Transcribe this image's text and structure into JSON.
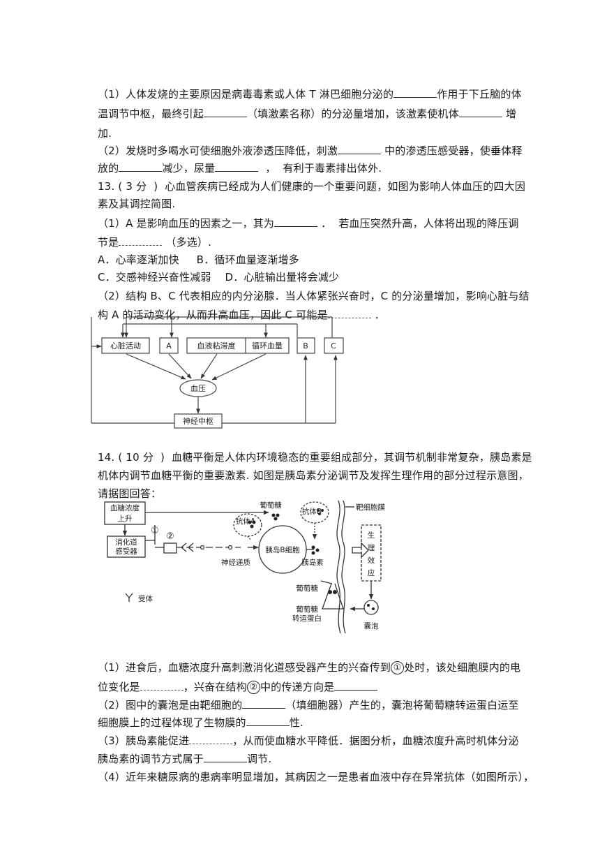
{
  "q12": {
    "p1_a": "（1）人体发烧的主要原因是病毒毒素或人体 T 淋巴细胞分泌的",
    "p1_b": "作用于下丘脑的体",
    "p1_c": "温调节中枢，最终引起",
    "p1_d": "（填激素名称）的分泌量增加，该激素使机体",
    "p1_e": "增",
    "p1_f": "加.",
    "p2_a": "（2）发烧时多喝水可使细胞外液渗透压降低，刺激",
    "p2_b": "中的渗透压感受器，使垂体释",
    "p2_c": "放的",
    "p2_d": "减少，尿量",
    "p2_e": "，  有利于毒素排出体外."
  },
  "q13": {
    "head_a": "13. ( 3 分  )  心血管疾病已经成为人们健康的一个重要问题，如图为影响人体血压的四大因",
    "head_b": "素及其调控简图.",
    "p1_a": "（1）A 是影响血压的因素之一，其为",
    "p1_b": "．  若血压突然升高，人体将出现的降压调",
    "p1_c": "节是",
    "p1_d": "（多选）.",
    "opt_ab": "A．心率逐渐加快     B．循环血量逐渐增多",
    "opt_cd": "C．交感神经兴奋性减弱    D．心脏输出量将会减少",
    "p2_a": "（2）结构 B、C 代表相应的内分泌腺．当人体紧张兴奋时，C 的分泌量增加，影响心脏与结",
    "p2_b": "构 A 的活动变化，从而升高血压，因此 C 可能是",
    "p2_c": "．",
    "diagram": {
      "box_heart": "心脏活动",
      "box_a": "A",
      "box_viscosity": "血液粘滞度",
      "box_volume": "循环血量",
      "box_b": "B",
      "box_c": "C",
      "ellipse_bp": "血压",
      "box_nerve": "神经中枢"
    }
  },
  "q14": {
    "head_a": "14. ( 10 分  )  血糖平衡是人体内环境稳态的重要组成部分，其调节机制非常复杂，胰岛素是",
    "head_b": "机体内调节血糖平衡的重要激素. 如图是胰岛素分泌调节及发挥生理作用的部分过程示意图，",
    "head_c": "请据图回答：",
    "diagram": {
      "box_glucose_rise_1": "血糖浓度",
      "box_glucose_rise_2": "上升",
      "box_receptor_1": "消化道",
      "box_receptor_2": "感受器",
      "num_1": "①",
      "num_2": "②",
      "glucose_top": "葡萄糖",
      "antibody_a": "抗体A",
      "antibody_b": "抗体B",
      "target_membrane": "靶细胞膜",
      "islet_cell": "胰岛B细胞",
      "neurotransmitter": "神经递质",
      "insulin": "胰岛素",
      "effect_chars": [
        "生",
        "理",
        "效",
        "应"
      ],
      "glucose_low": "葡萄糖",
      "transporter_1": "葡萄糖",
      "transporter_2": "转运蛋白",
      "vesicle": "囊泡",
      "receptor_legend": "受体"
    },
    "p1_a": "（1）进食后，血糖浓度升高刺激消化道感受器产生的兴奋传到",
    "p1_b": "①",
    "p1_c": "处时，该处细胞膜内的电",
    "p1_d": "位变化是",
    "p1_e": "，兴奋在结构",
    "p1_f": "②",
    "p1_g": "中的传递方向是",
    "p2_a": "（2）图中的囊泡是由靶细胞的",
    "p2_b": "（填细胞器）产生的，囊泡将葡萄糖转运蛋白运至",
    "p2_c": "细胞膜上的过程体现了生物膜的",
    "p2_d": "性.",
    "p3_a": "（3）胰岛素能促进",
    "p3_b": "，从而使血糖水平降低．据图分析，血糖浓度升高时机体分泌",
    "p3_c": "胰岛素的调节方式属于",
    "p3_d": "调节.",
    "p4_a": "（4）近年来糖尿病的患病率明显增加，其病因之一是患者血液中存在异常抗体（如图所示），"
  }
}
